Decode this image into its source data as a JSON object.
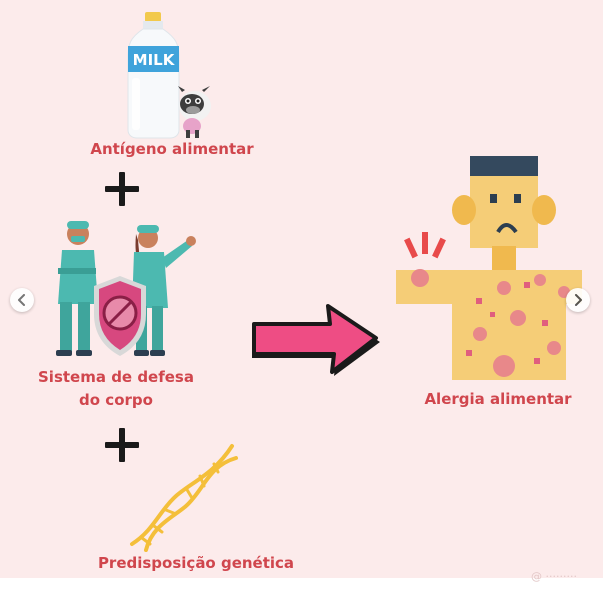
{
  "post": {
    "labels": {
      "antigen": "Antígeno alimentar",
      "defense_line1": "Sistema de defesa",
      "defense_line2": "do corpo",
      "genetics": "Predisposição genética",
      "allergy": "Alergia alimentar"
    },
    "milk_bottle_text": "MILK",
    "plus_symbol": "+",
    "watermark": "@ ·········"
  },
  "carousel": {
    "prev_icon": "chevron-left-icon",
    "next_icon": "chevron-right-icon"
  },
  "colors": {
    "background": "#fcebeb",
    "label": "#d0464d",
    "arrow": "#ee4d84",
    "skin": "#f5cd77",
    "scrubs": "#4cb9b0",
    "helix": "#f4bf3a"
  }
}
